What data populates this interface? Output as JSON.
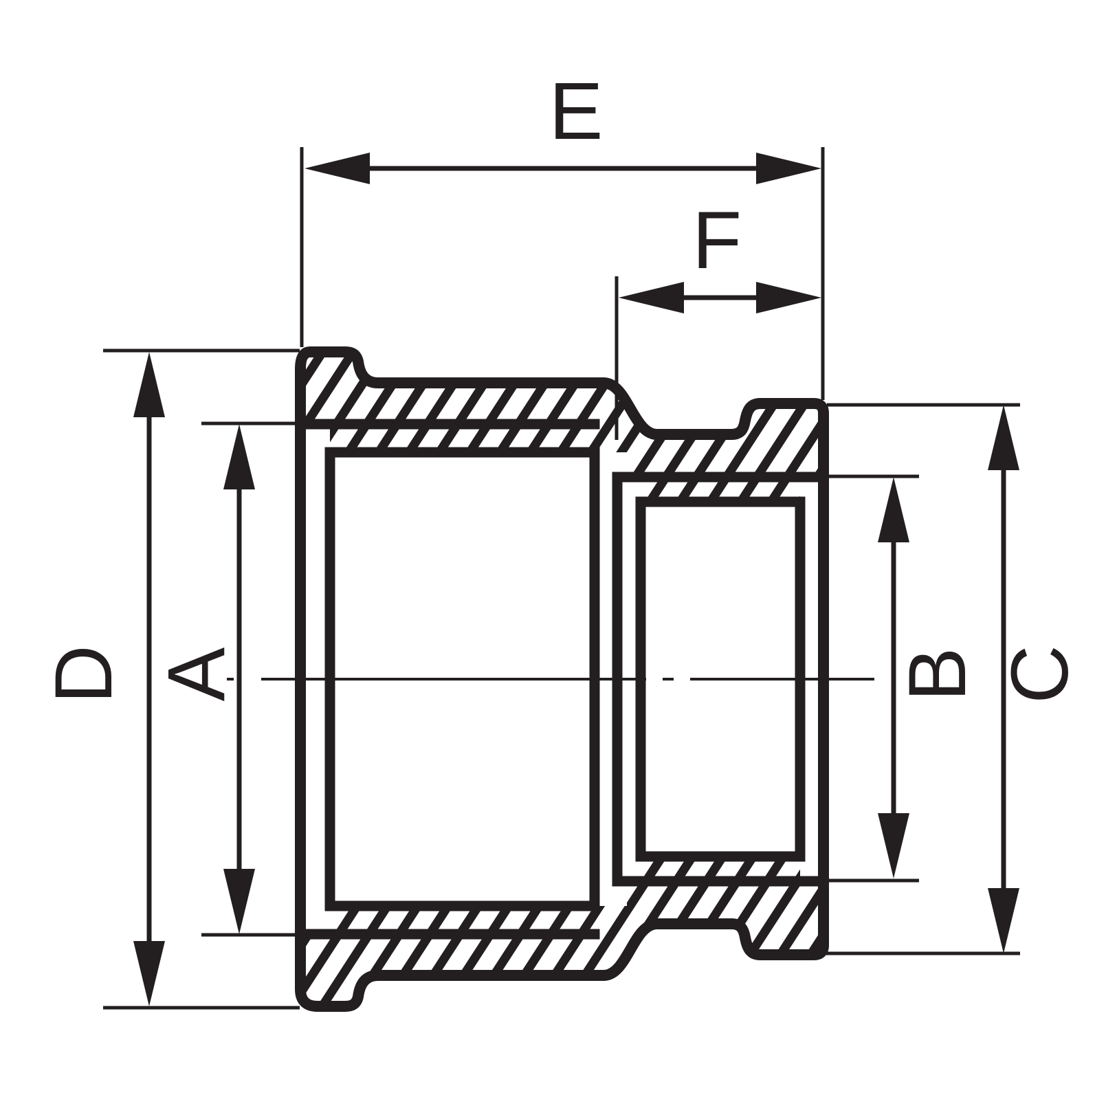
{
  "figure": {
    "type": "technical-drawing",
    "view": "cross-section",
    "subject": "reducing socket pipe fitting",
    "background_color": "#ffffff",
    "ink_color": "#231f20"
  },
  "dimensions": {
    "E": {
      "label": "E",
      "orientation": "horizontal",
      "measures": "overall length"
    },
    "F": {
      "label": "F",
      "orientation": "horizontal",
      "measures": "small socket depth"
    },
    "D": {
      "label": "D",
      "orientation": "vertical",
      "measures": "large end outer diameter"
    },
    "A": {
      "label": "A",
      "orientation": "vertical",
      "measures": "large end bore diameter"
    },
    "B": {
      "label": "B",
      "orientation": "vertical",
      "measures": "small end bore diameter"
    },
    "C": {
      "label": "C",
      "orientation": "vertical",
      "measures": "small end outer diameter"
    }
  }
}
